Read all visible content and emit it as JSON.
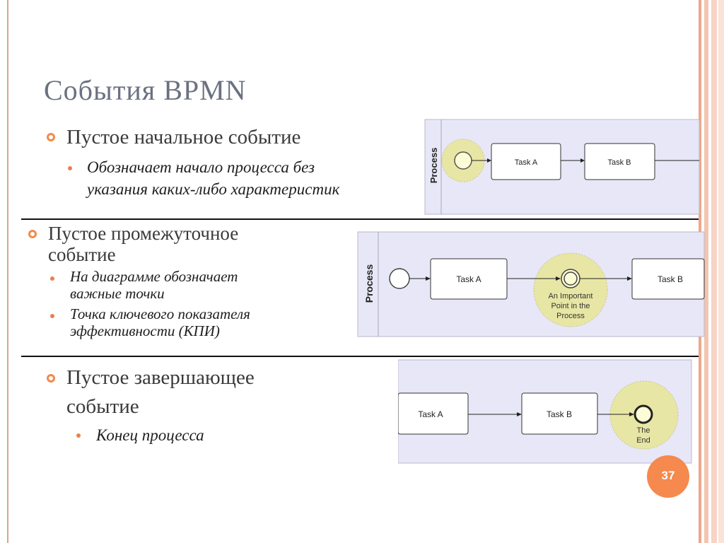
{
  "slide": {
    "title": "События BPMN",
    "page_number": "37"
  },
  "sections": [
    {
      "heading": "Пустое начальное событие",
      "bullets": [
        "Обозначает начало процесса без",
        "указания каких-либо характеристик"
      ]
    },
    {
      "heading_lines": [
        "Пустое промежуточное",
        "событие"
      ],
      "bullets": [
        [
          "На диаграмме обозначает",
          "важные точки"
        ],
        [
          "Точка ключевого показателя",
          "эффективности (КПИ)"
        ]
      ]
    },
    {
      "heading_lines": [
        "Пустое завершающее",
        "событие"
      ],
      "bullets": [
        "Конец процесса"
      ]
    }
  ],
  "diagrams": {
    "start": {
      "pool_label": "Process",
      "task_a": "Task A",
      "task_b": "Task B"
    },
    "intermediate": {
      "pool_label": "Process",
      "task_a": "Task A",
      "task_b": "Task B",
      "event_label": [
        "An Important",
        "Point in the",
        "Process"
      ]
    },
    "end": {
      "task_a": "Task A",
      "task_b": "Task B",
      "event_label": [
        "The",
        "End"
      ]
    }
  },
  "colors": {
    "accent": "#f5894e",
    "pool_bg": "#e7e7f7",
    "highlight": "#e8e6a4"
  }
}
